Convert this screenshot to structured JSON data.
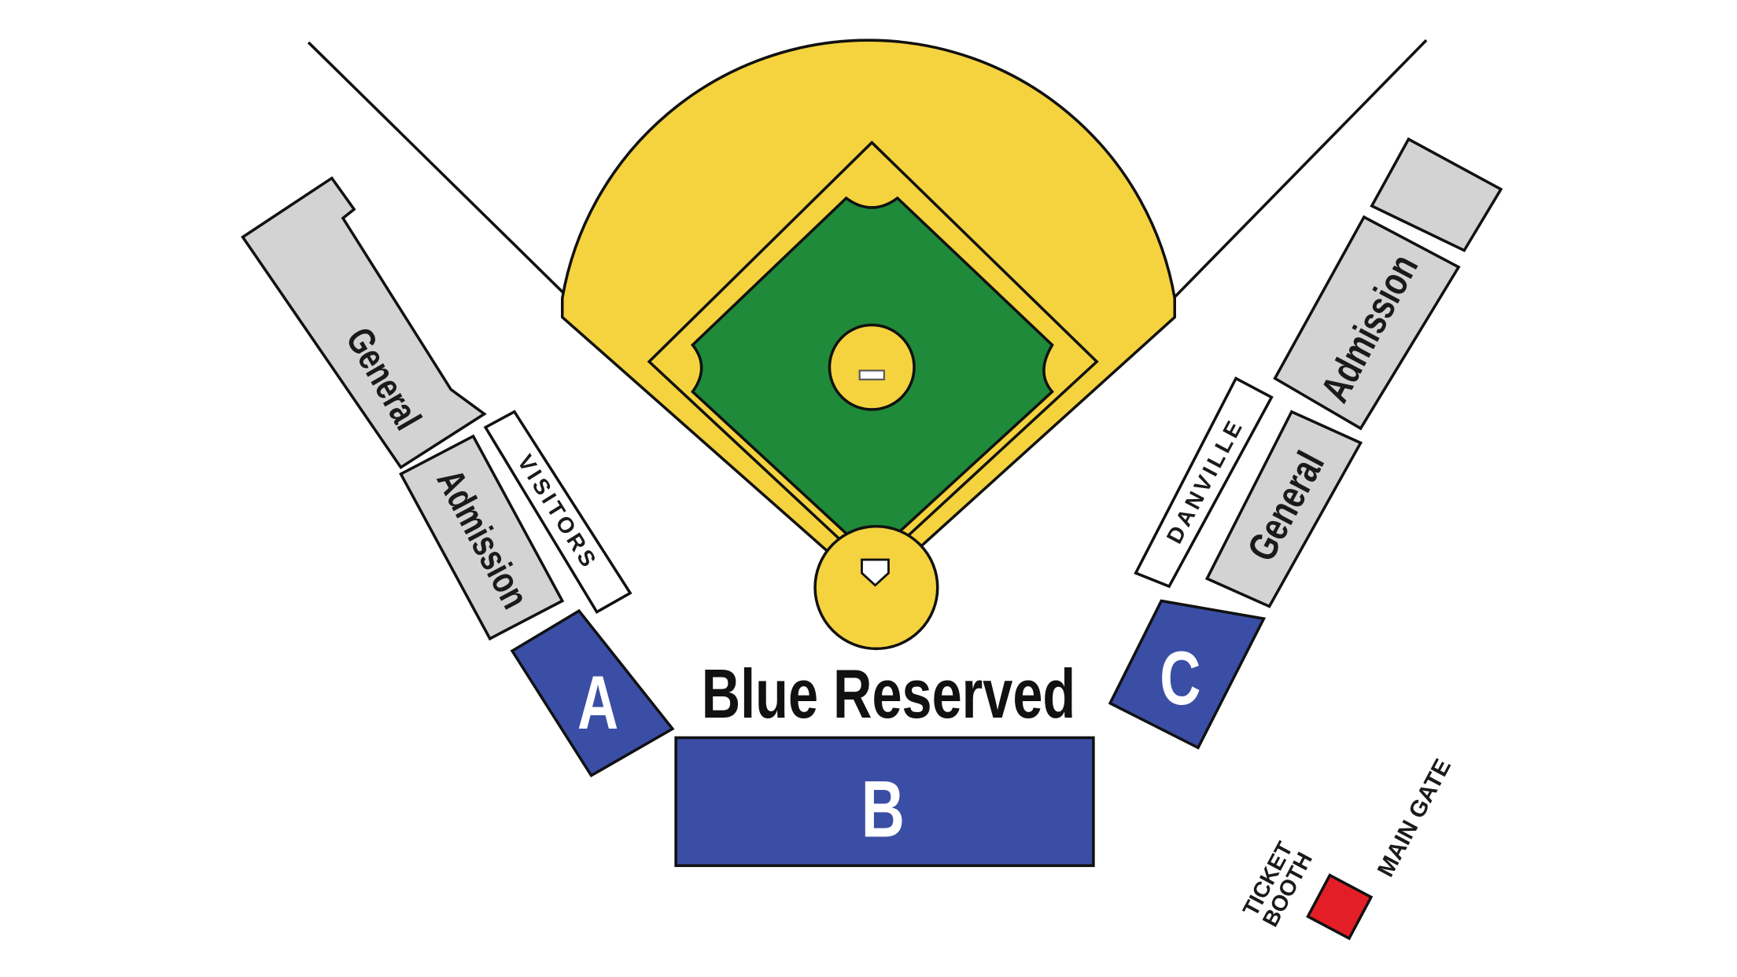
{
  "title": "Blue Reserved",
  "sections": {
    "a": "A",
    "b": "B",
    "c": "C",
    "left_general": "General",
    "left_admission": "Admission",
    "visitors": "VISITORS",
    "right_general": "General",
    "right_admission": "Admission",
    "danville": "DANVILLE"
  },
  "ticket_booth": [
    "TICKET",
    "BOOTH"
  ],
  "main_gate": "MAIN GATE",
  "colors": {
    "infield_dirt": "#f5d33f",
    "grass": "#1f8a3a",
    "reserved_blue": "#3a4ea6",
    "general_gray": "#d3d3d3",
    "ticket_booth_red": "#e41e26"
  }
}
